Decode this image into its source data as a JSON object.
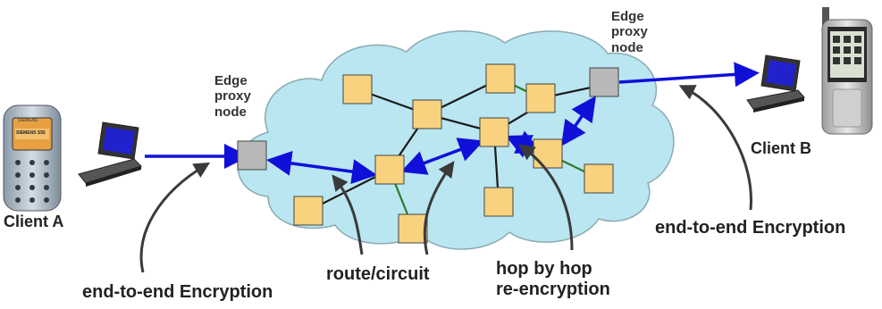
{
  "labels": {
    "client_a": "Client A",
    "client_b": "Client B",
    "edge_proxy_left": [
      "Edge",
      "proxy",
      "node"
    ],
    "edge_proxy_right": [
      "Edge",
      "proxy",
      "node"
    ],
    "e2e_left": "end-to-end Encryption",
    "e2e_right": "end-to-end Encryption",
    "route_circuit": "route/circuit",
    "hop_by_hop": [
      "hop by hop",
      "re-encryption"
    ]
  },
  "phone_a": {
    "brand": "SIEMENS",
    "model": "SIEMENS S55"
  },
  "colors": {
    "cloud_fill": "#b9e6f0",
    "cloud_stroke": "#8aaab2",
    "node_fill": "#f8d27e",
    "node_stroke": "#444444",
    "proxy_fill": "#b8b8b8",
    "link_black": "#1a1a1a",
    "link_green": "#2a7a2a",
    "circuit_blue": "#1010d8",
    "arrow_dark": "#3a3a3a"
  }
}
